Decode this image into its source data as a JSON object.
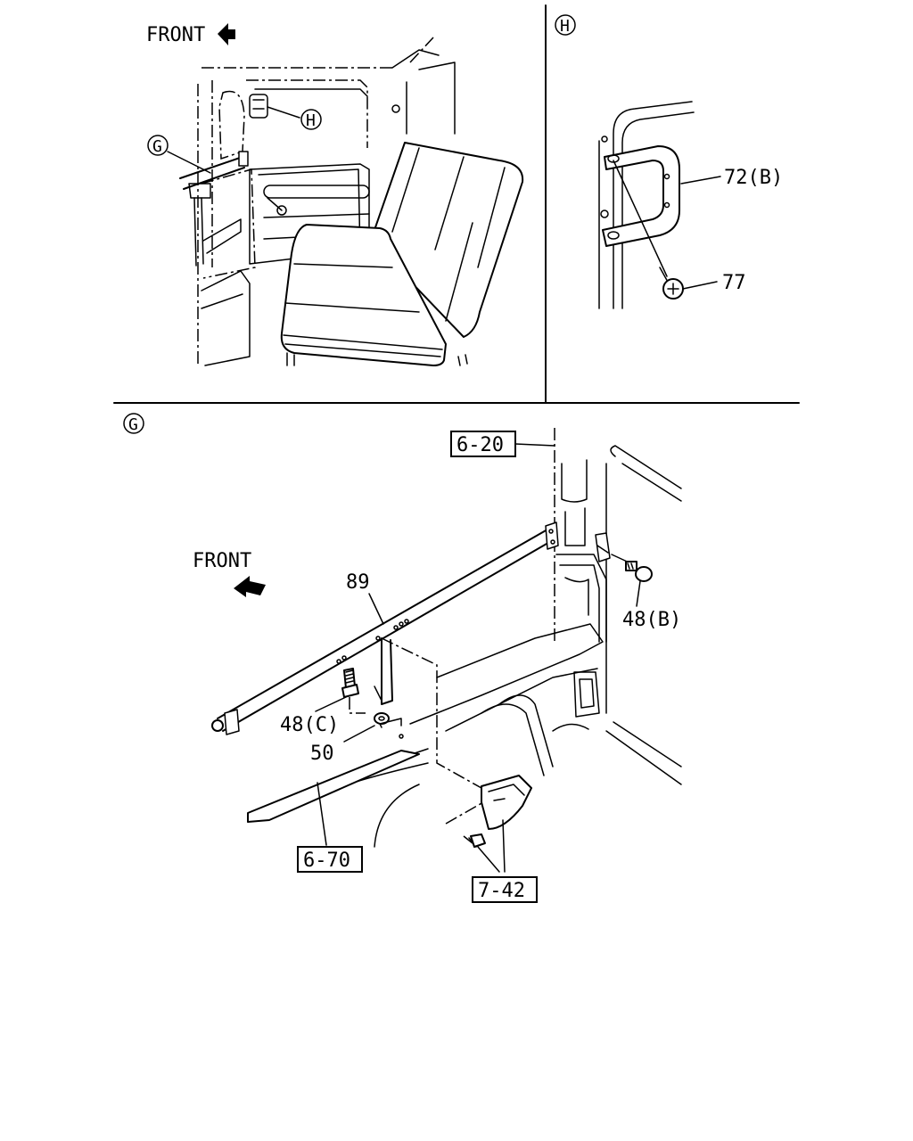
{
  "panel_top_left": {
    "front_label": "FRONT",
    "callout_h": "H",
    "callout_g": "G"
  },
  "panel_top_right": {
    "view_label": "H",
    "part_72b": "72(B)",
    "part_77": "77"
  },
  "panel_bottom": {
    "view_label": "G",
    "front_label": "FRONT",
    "ref_6_20": "6-20",
    "part_89": "89",
    "part_48b": "48(B)",
    "part_48c": "48(C)",
    "part_50": "50",
    "ref_6_70": "6-70",
    "ref_7_42": "7-42"
  }
}
